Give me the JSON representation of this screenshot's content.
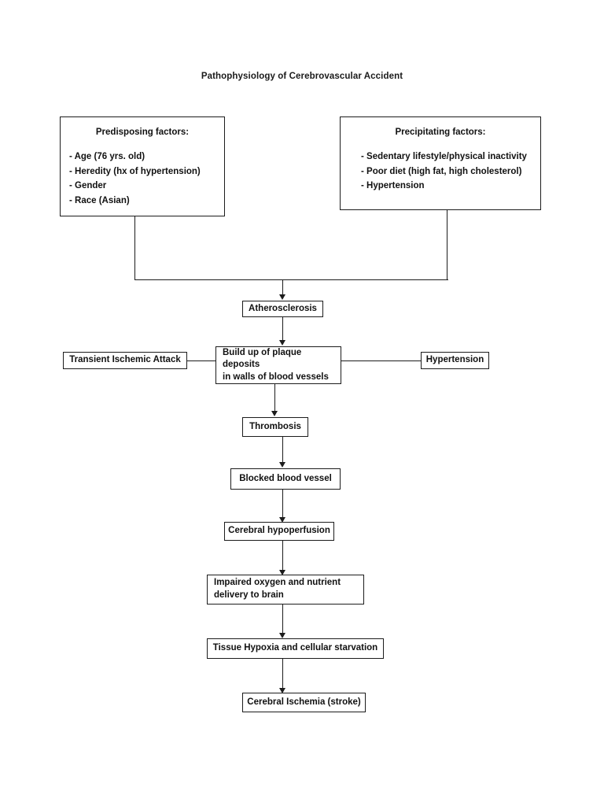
{
  "diagram": {
    "title": "Pathophysiology of Cerebrovascular Accident",
    "type": "flowchart",
    "panels": [
      {
        "id": "predisposing",
        "heading": "Predisposing factors:",
        "items": [
          "- Age (76 yrs. old)",
          "- Heredity (hx of hypertension)",
          "- Gender",
          "- Race (Asian)"
        ]
      },
      {
        "id": "precipitating",
        "heading": "Precipitating factors:",
        "items": [
          "- Sedentary lifestyle/physical inactivity",
          "- Poor diet (high fat, high cholesterol)",
          "- Hypertension"
        ]
      }
    ],
    "nodes": {
      "atherosclerosis": "Atherosclerosis",
      "plaque_line1": "Build up of plaque deposits",
      "plaque_line2": "in walls of blood vessels",
      "transient_ischemic_attack": "Transient Ischemic Attack",
      "hypertension": "Hypertension",
      "thrombosis": "Thrombosis",
      "blocked_blood_vessel": "Blocked blood vessel",
      "cerebral_hypoperfusion": "Cerebral hypoperfusion",
      "impaired_line1": "Impaired oxygen and nutrient",
      "impaired_line2": "delivery to brain",
      "tissue_hypoxia": "Tissue Hypoxia and cellular starvation",
      "cerebral_ischemia": "Cerebral Ischemia (stroke)"
    },
    "colors": {
      "border": "#1c1c1c",
      "text": "#111111",
      "background": "#ffffff"
    }
  }
}
